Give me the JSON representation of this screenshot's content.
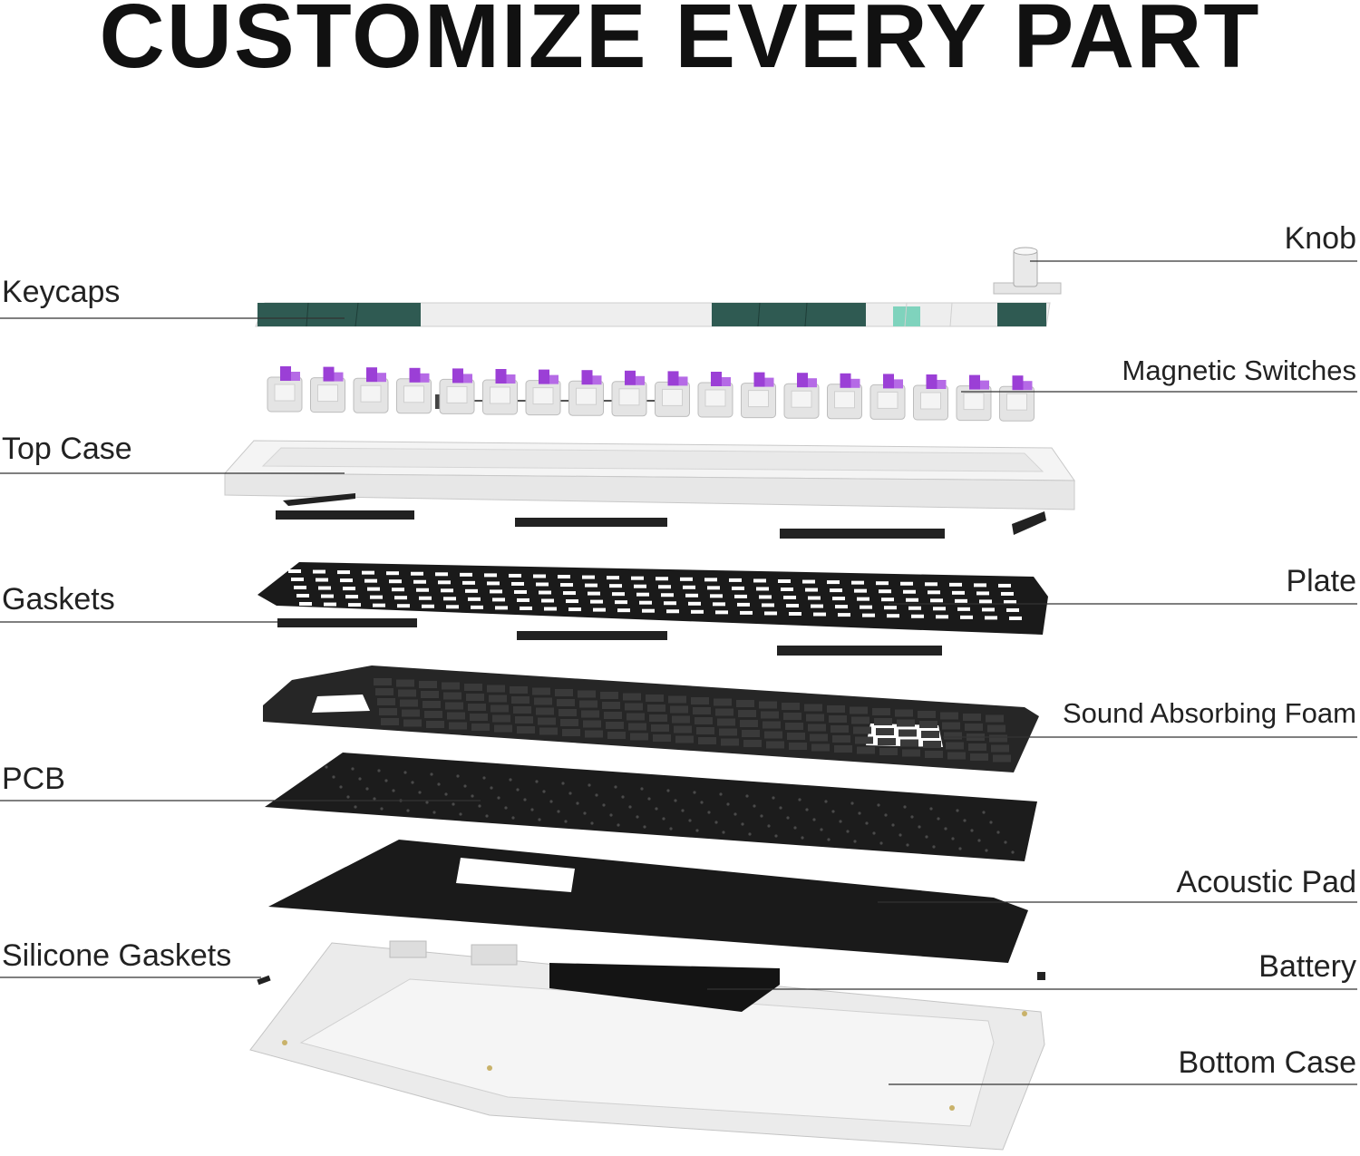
{
  "title": "CUSTOMIZE EVERY PART",
  "labels": {
    "knob": "Knob",
    "keycaps": "Keycaps",
    "magnetic_switches": "Magnetic Switches",
    "top_case": "Top Case",
    "gaskets": "Gaskets",
    "plate": "Plate",
    "sound_absorbing_foam": "Sound Absorbing Foam",
    "pcb": "PCB",
    "acoustic_pad": "Acoustic Pad",
    "silicone_gaskets": "Silicone Gaskets",
    "battery": "Battery",
    "bottom_case": "Bottom Case"
  },
  "colors": {
    "keycap_green": "#2f5a52",
    "keycap_white": "#eeeeee",
    "keycap_mint": "#7fd3bd",
    "switch_purple": "#9b3fd6",
    "case_white": "#f2f2f2",
    "layer_black": "#1c1c1c"
  }
}
